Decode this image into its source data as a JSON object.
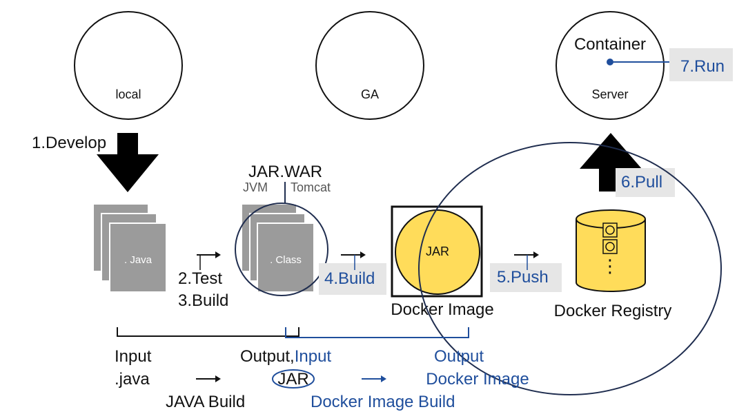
{
  "stages": {
    "local": "local",
    "ga": "GA",
    "server": "Server",
    "container": "Container"
  },
  "steps": {
    "develop": "1.Develop",
    "test": "2.Test",
    "build_java": "3.Build",
    "build_docker": "4.Build",
    "push": "5.Push",
    "pull": "6.Pull",
    "run": "7.Run"
  },
  "artifacts": {
    "java_file": ". Java",
    "class_file": ". Class",
    "jar_war": "JAR.WAR",
    "jvm": "JVM",
    "tomcat": "Tomcat",
    "jar": "JAR",
    "docker_image": "Docker Image",
    "docker_registry": "Docker Registry",
    "registry_dots": "⋮"
  },
  "legend": {
    "input_label": "Input",
    "input_value": ".java",
    "java_build": "JAVA Build",
    "output_input_black": "Output,",
    "output_input_blue": "Input",
    "jar": "JAR",
    "output_label": "Output",
    "output_value": "Docker Image",
    "docker_image_build": "Docker Image Build"
  },
  "colors": {
    "accent_blue": "#1f4e9c",
    "dark_navy": "#1f2d4f",
    "jar_yellow": "#ffdc5a",
    "file_gray": "#9b9b9b",
    "label_bg": "#e6e6e6"
  }
}
